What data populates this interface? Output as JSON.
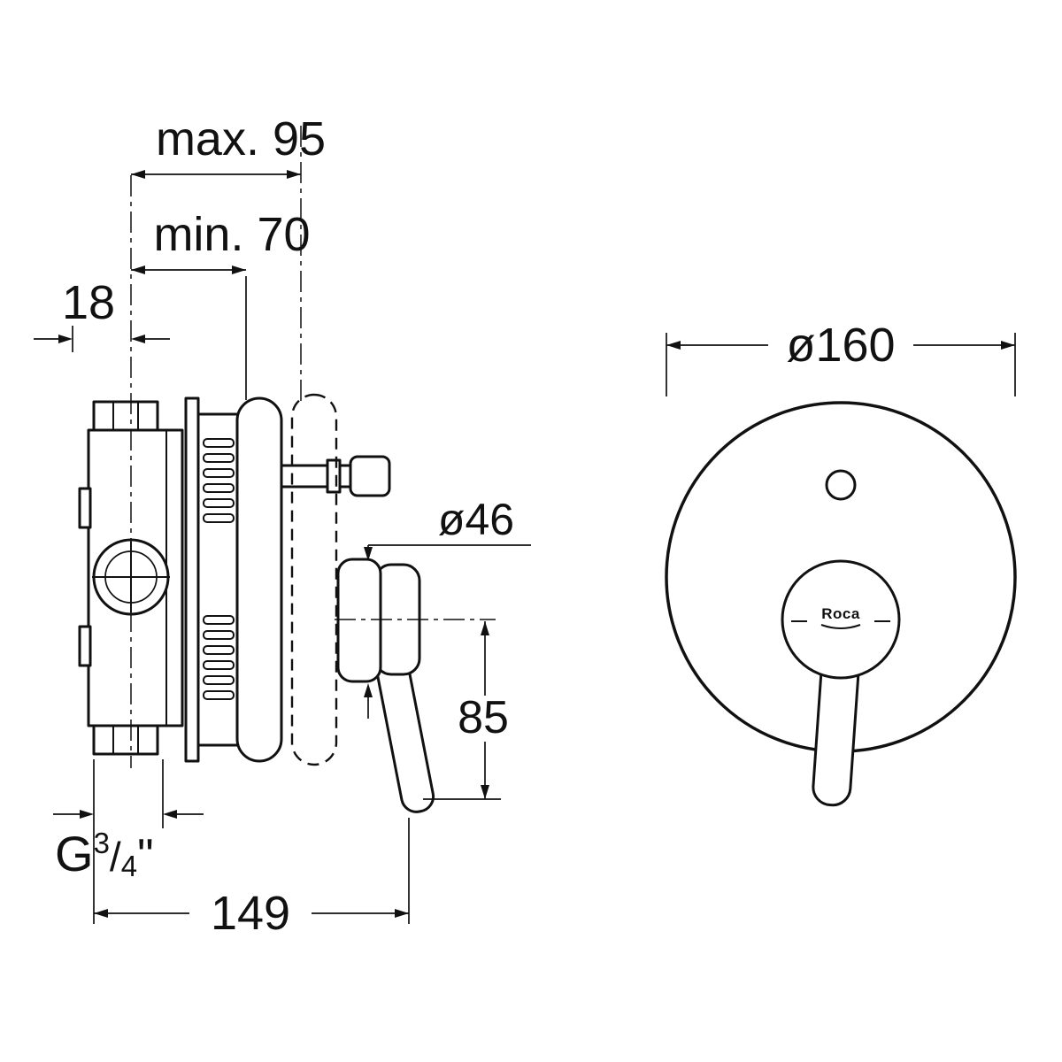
{
  "drawing": {
    "kind": "technical-dimension-drawing",
    "line_color": "#111111",
    "background": "#ffffff"
  },
  "side_view": {
    "dim_max_depth": "max. 95",
    "dim_min_depth": "min. 70",
    "dim_wall_offset": "18",
    "dim_handle_diameter": "ø46",
    "dim_lever_drop": "85",
    "dim_total_width": "149",
    "thread": {
      "prefix": "G",
      "numerator": "3",
      "slash": "/",
      "denominator": "4",
      "inches": "\""
    }
  },
  "front_view": {
    "dim_plate_diameter": "ø160",
    "brand": "Roca"
  }
}
